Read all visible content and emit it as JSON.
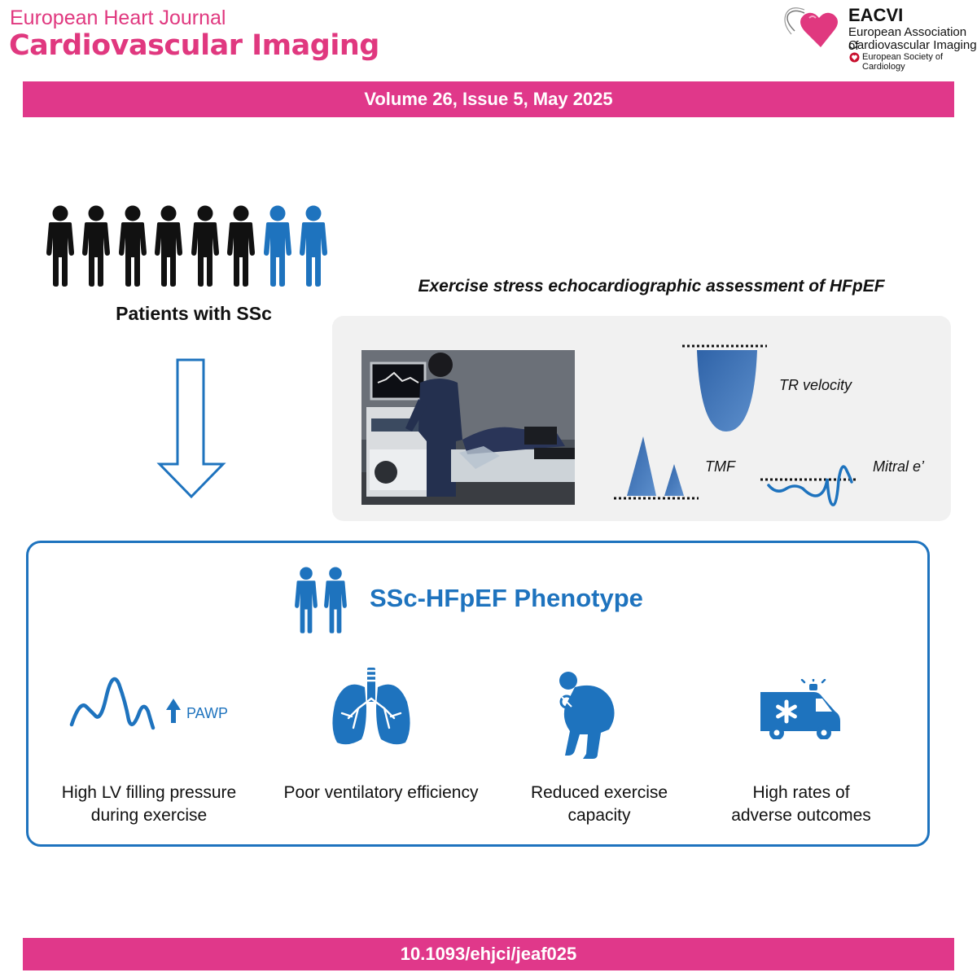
{
  "header": {
    "journal_line1": "European Heart Journal",
    "journal_line2": "Cardiovascular Imaging",
    "society_abbrev": "EACVI",
    "society_line1": "European Association of",
    "society_line2": "Cardiovascular Imaging",
    "parent_society": "European Society of Cardiology"
  },
  "issue_banner": "Volume 26, Issue 5, May 2025",
  "patients_label": "Patients with SSc",
  "exercise_title": "Exercise stress echocardiographic assessment of HFpEF",
  "waveforms": {
    "tr": "TR velocity",
    "tmf": "TMF",
    "mitral": "Mitral e’"
  },
  "phenotype": {
    "title": "SSc-HFpEF Phenotype",
    "pawp": "PAWP",
    "findings": [
      {
        "line1": "High LV filling pressure",
        "line2": "during exercise",
        "icon": "pressure-wave-icon"
      },
      {
        "line1": "Poor ventilatory efficiency",
        "line2": "",
        "icon": "lungs-icon"
      },
      {
        "line1": "Reduced exercise",
        "line2": "capacity",
        "icon": "tired-person-icon"
      },
      {
        "line1": "High rates of",
        "line2": "adverse outcomes",
        "icon": "ambulance-icon"
      }
    ]
  },
  "doi": "10.1093/ehjci/jeaf025",
  "colors": {
    "brand_pink": "#e0388a",
    "accent_blue": "#1e73be",
    "wave_blue": "#3a6fb0"
  }
}
